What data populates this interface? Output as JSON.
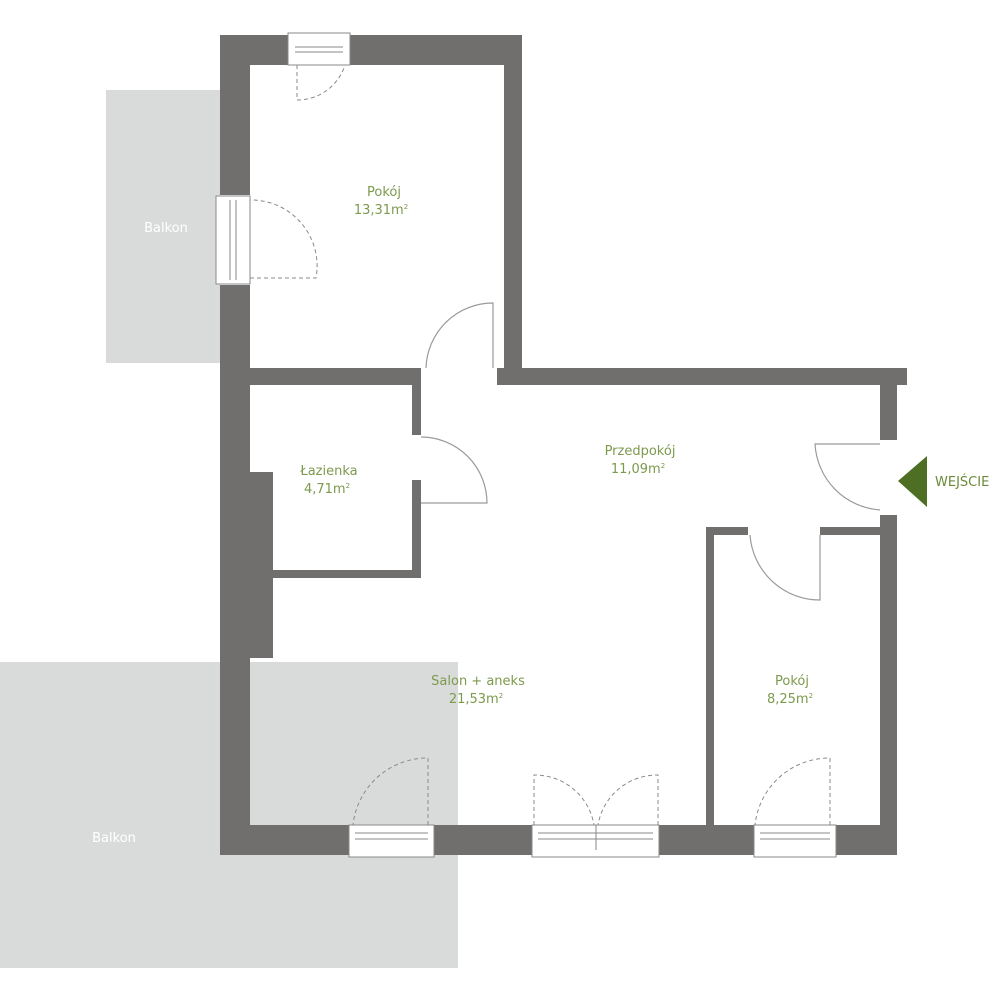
{
  "rooms": [
    {
      "name": "Pokój",
      "area": "13,31m",
      "unit_sup": "2"
    },
    {
      "name": "Łazienka",
      "area": "4,71m",
      "unit_sup": "2"
    },
    {
      "name": "Przedpokój",
      "area": "11,09m",
      "unit_sup": "2"
    },
    {
      "name": "Salon + aneks",
      "area": "21,53m",
      "unit_sup": "2"
    },
    {
      "name": "Pokój",
      "area": "8,25m",
      "unit_sup": "2"
    }
  ],
  "balconies": [
    "Balkon",
    "Balkon"
  ],
  "entrance": {
    "label": "WEJŚCIE",
    "color": "#4e6e23"
  },
  "colors": {
    "wall": "#706f6d",
    "balcony": "#d9dbda",
    "label": "#7d9a4e"
  }
}
